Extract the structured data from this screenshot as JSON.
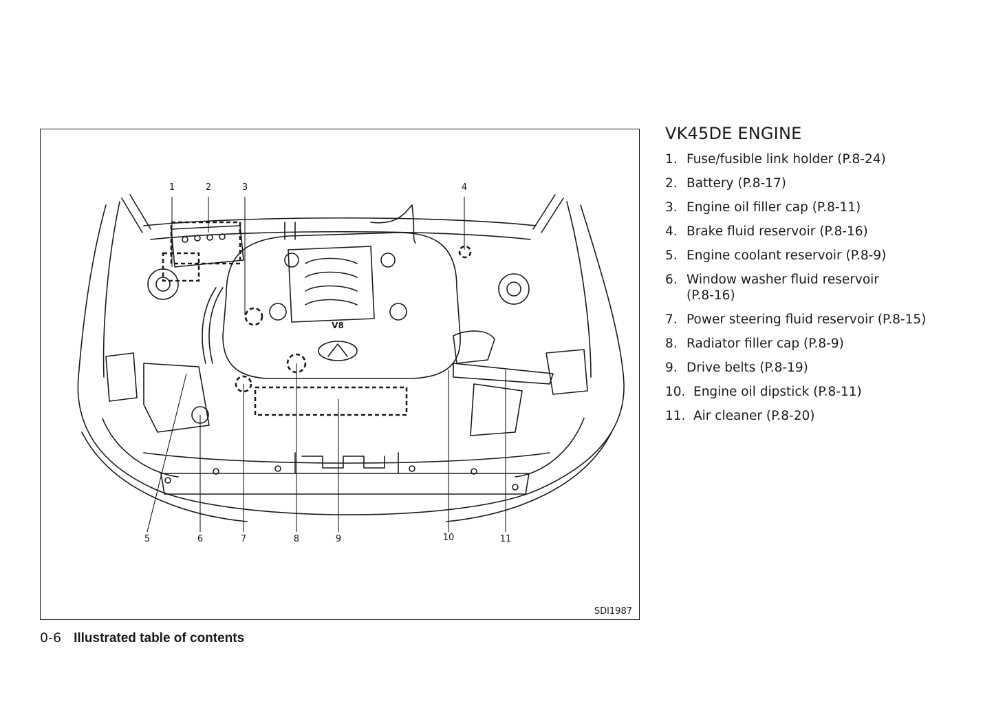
{
  "figure": {
    "code": "SDI1987",
    "emblem_text": "V8",
    "callouts": [
      "1",
      "2",
      "3",
      "4",
      "5",
      "6",
      "7",
      "8",
      "9",
      "10",
      "11"
    ]
  },
  "section": {
    "title": "VK45DE ENGINE",
    "items": [
      {
        "num": "1.",
        "text": "Fuse/fusible link holder (P.8-24)"
      },
      {
        "num": "2.",
        "text": "Battery (P.8-17)"
      },
      {
        "num": "3.",
        "text": "Engine oil filler cap (P.8-11)"
      },
      {
        "num": "4.",
        "text": "Brake fluid reservoir (P.8-16)"
      },
      {
        "num": "5.",
        "text": "Engine coolant reservoir (P.8-9)"
      },
      {
        "num": "6.",
        "text": "Window washer fluid reservoir (P.8-16)"
      },
      {
        "num": "7.",
        "text": "Power steering fluid reservoir (P.8-15)"
      },
      {
        "num": "8.",
        "text": "Radiator filler cap (P.8-9)"
      },
      {
        "num": "9.",
        "text": "Drive belts (P.8-19)"
      },
      {
        "num": "10.",
        "text": "Engine oil dipstick (P.8-11)"
      },
      {
        "num": "11.",
        "text": "Air cleaner (P.8-20)"
      }
    ]
  },
  "footer": {
    "page_number": "0-6",
    "title": "Illustrated table of contents"
  }
}
